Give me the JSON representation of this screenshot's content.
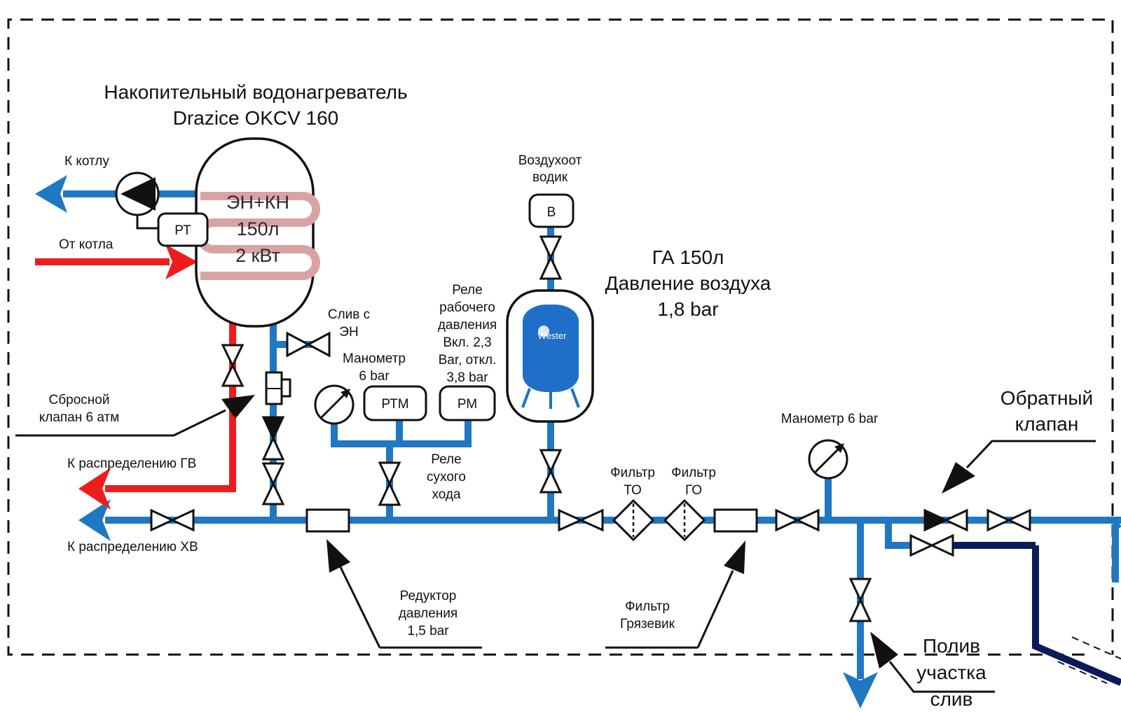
{
  "heater": {
    "title_line1": "Накопительный водонагреватель",
    "title_line2": "Drazice OKCV 160",
    "coil_line1": "ЭН+КН",
    "coil_line2": "150л",
    "coil_line3": "2 кВт"
  },
  "labels": {
    "to_boiler": "К котлу",
    "from_boiler": "От котла",
    "rt": "РТ",
    "drain_en_1": "Слив с",
    "drain_en_2": "ЭН",
    "safety_valve_1": "Сбросной",
    "safety_valve_2": "клапан 6 атм",
    "to_hw": "К распределению ГВ",
    "to_cw": "К распределению ХВ",
    "manometer_1": "Манометр",
    "manometer_2": "6 bar",
    "rtm": "РТМ",
    "pm": "РМ",
    "relay_work_1": "Реле",
    "relay_work_2": "рабочего",
    "relay_work_3": "давления",
    "relay_work_4": "Вкл. 2,3",
    "relay_work_5": "Bar, откл.",
    "relay_work_6": "3,8 bar",
    "relay_dry_1": "Реле",
    "relay_dry_2": "сухого",
    "relay_dry_3": "хода",
    "air_vent_1": "Воздухоот",
    "air_vent_2": "водик",
    "air_vent_box": "В",
    "tank_1": "ГА 150л",
    "tank_2": "Давление воздуха",
    "tank_3": "1,8 bar",
    "tank_brand": "Wester",
    "reducer_1": "Редуктор",
    "reducer_2": "давления",
    "reducer_3": "1,5 bar",
    "filter_to_1": "Фильтр",
    "filter_to_2": "ТО",
    "filter_go_1": "Фильтр",
    "filter_go_2": "ГО",
    "mud_filter_1": "Фильтр",
    "mud_filter_2": "Грязевик",
    "manometer2": "Манометр 6 bar",
    "check_valve_1": "Обратный",
    "check_valve_2": "клапан",
    "irrigation_1": "Полив",
    "irrigation_2": "участка",
    "irrigation_3": "слив"
  },
  "colors": {
    "cold_pipe": "#1f78c1",
    "hot_pipe": "#ee1c1c",
    "supply_pipe": "#0b1a5a",
    "tank_body": "#1f6fc9"
  }
}
